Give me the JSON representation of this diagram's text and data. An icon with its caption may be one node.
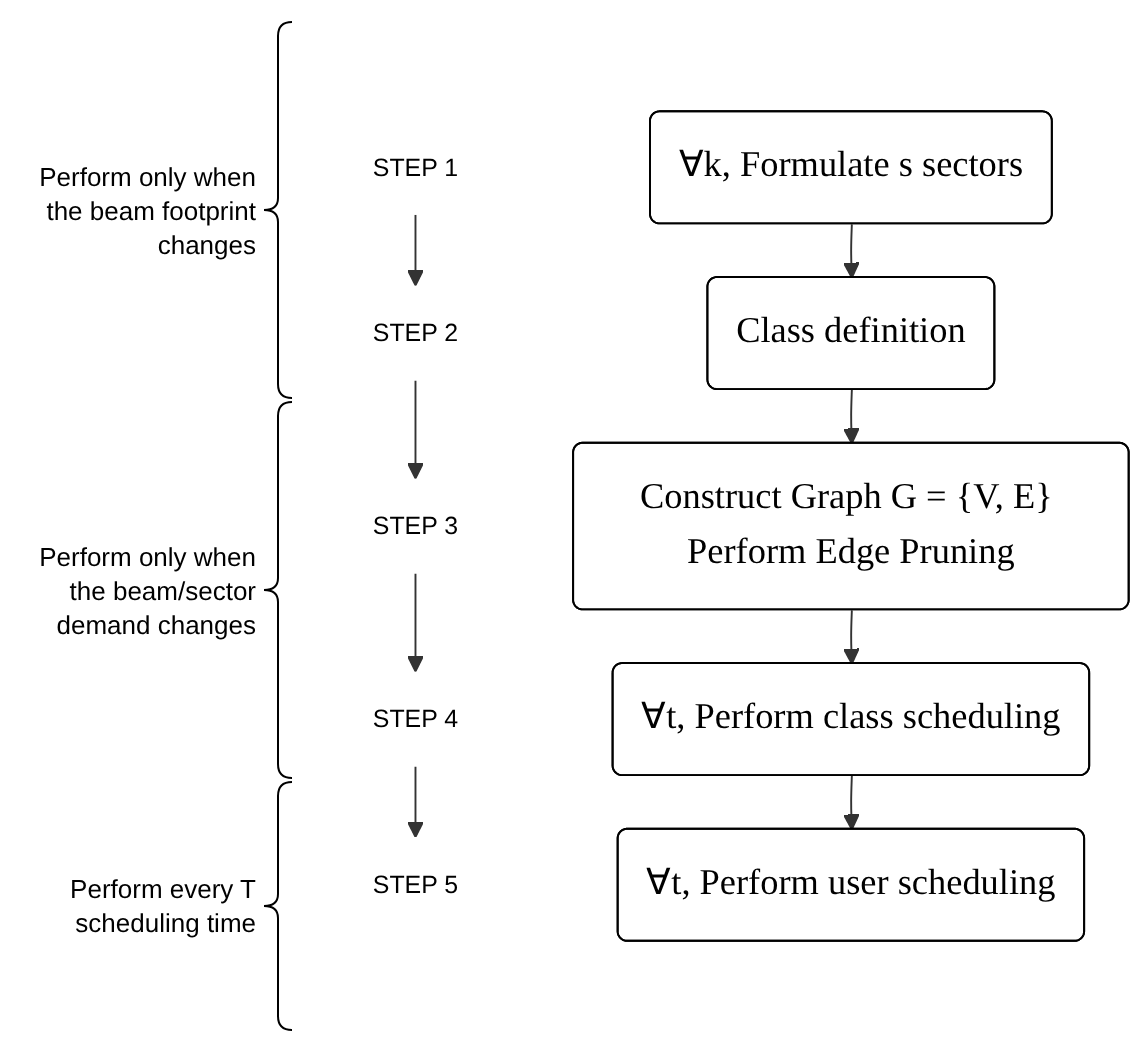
{
  "diagram": {
    "nodes": [
      {
        "text": [
          "STEP 1"
        ]
      },
      {
        "text": [
          "∀k, Formulate s sectors"
        ]
      },
      {
        "text": [
          "STEP 2"
        ]
      },
      {
        "text": [
          "Class definition"
        ]
      },
      {
        "text": [
          "STEP 3"
        ]
      },
      {
        "text": [
          "Construct Graph G = {V, E} Perform Edge Pruning"
        ]
      },
      {
        "text": [
          "STEP 4"
        ]
      },
      {
        "text": [
          "∀t, Perform class scheduling"
        ]
      },
      {
        "text": [
          "STEP 5"
        ]
      },
      {
        "text": [
          "∀t, Perform user scheduling"
        ]
      }
    ],
    "edges": [
      {
        "from": 0,
        "to": 2,
        "arrow": "to"
      },
      {
        "from": 2,
        "to": 4,
        "arrow": "to"
      },
      {
        "from": 4,
        "to": 6,
        "arrow": "to"
      },
      {
        "from": 6,
        "to": 8,
        "arrow": "to"
      },
      {
        "from": 1,
        "to": 3,
        "arrow": "to"
      },
      {
        "from": 3,
        "to": 5,
        "arrow": "to"
      },
      {
        "from": 5,
        "to": 7,
        "arrow": "to"
      },
      {
        "from": 7,
        "to": 9,
        "arrow": "to"
      }
    ],
    "labels": [
      "Perform only when the beam footprint changes",
      "Perform only when the beam/sector demand changes",
      "Perform every T scheduling time"
    ]
  }
}
